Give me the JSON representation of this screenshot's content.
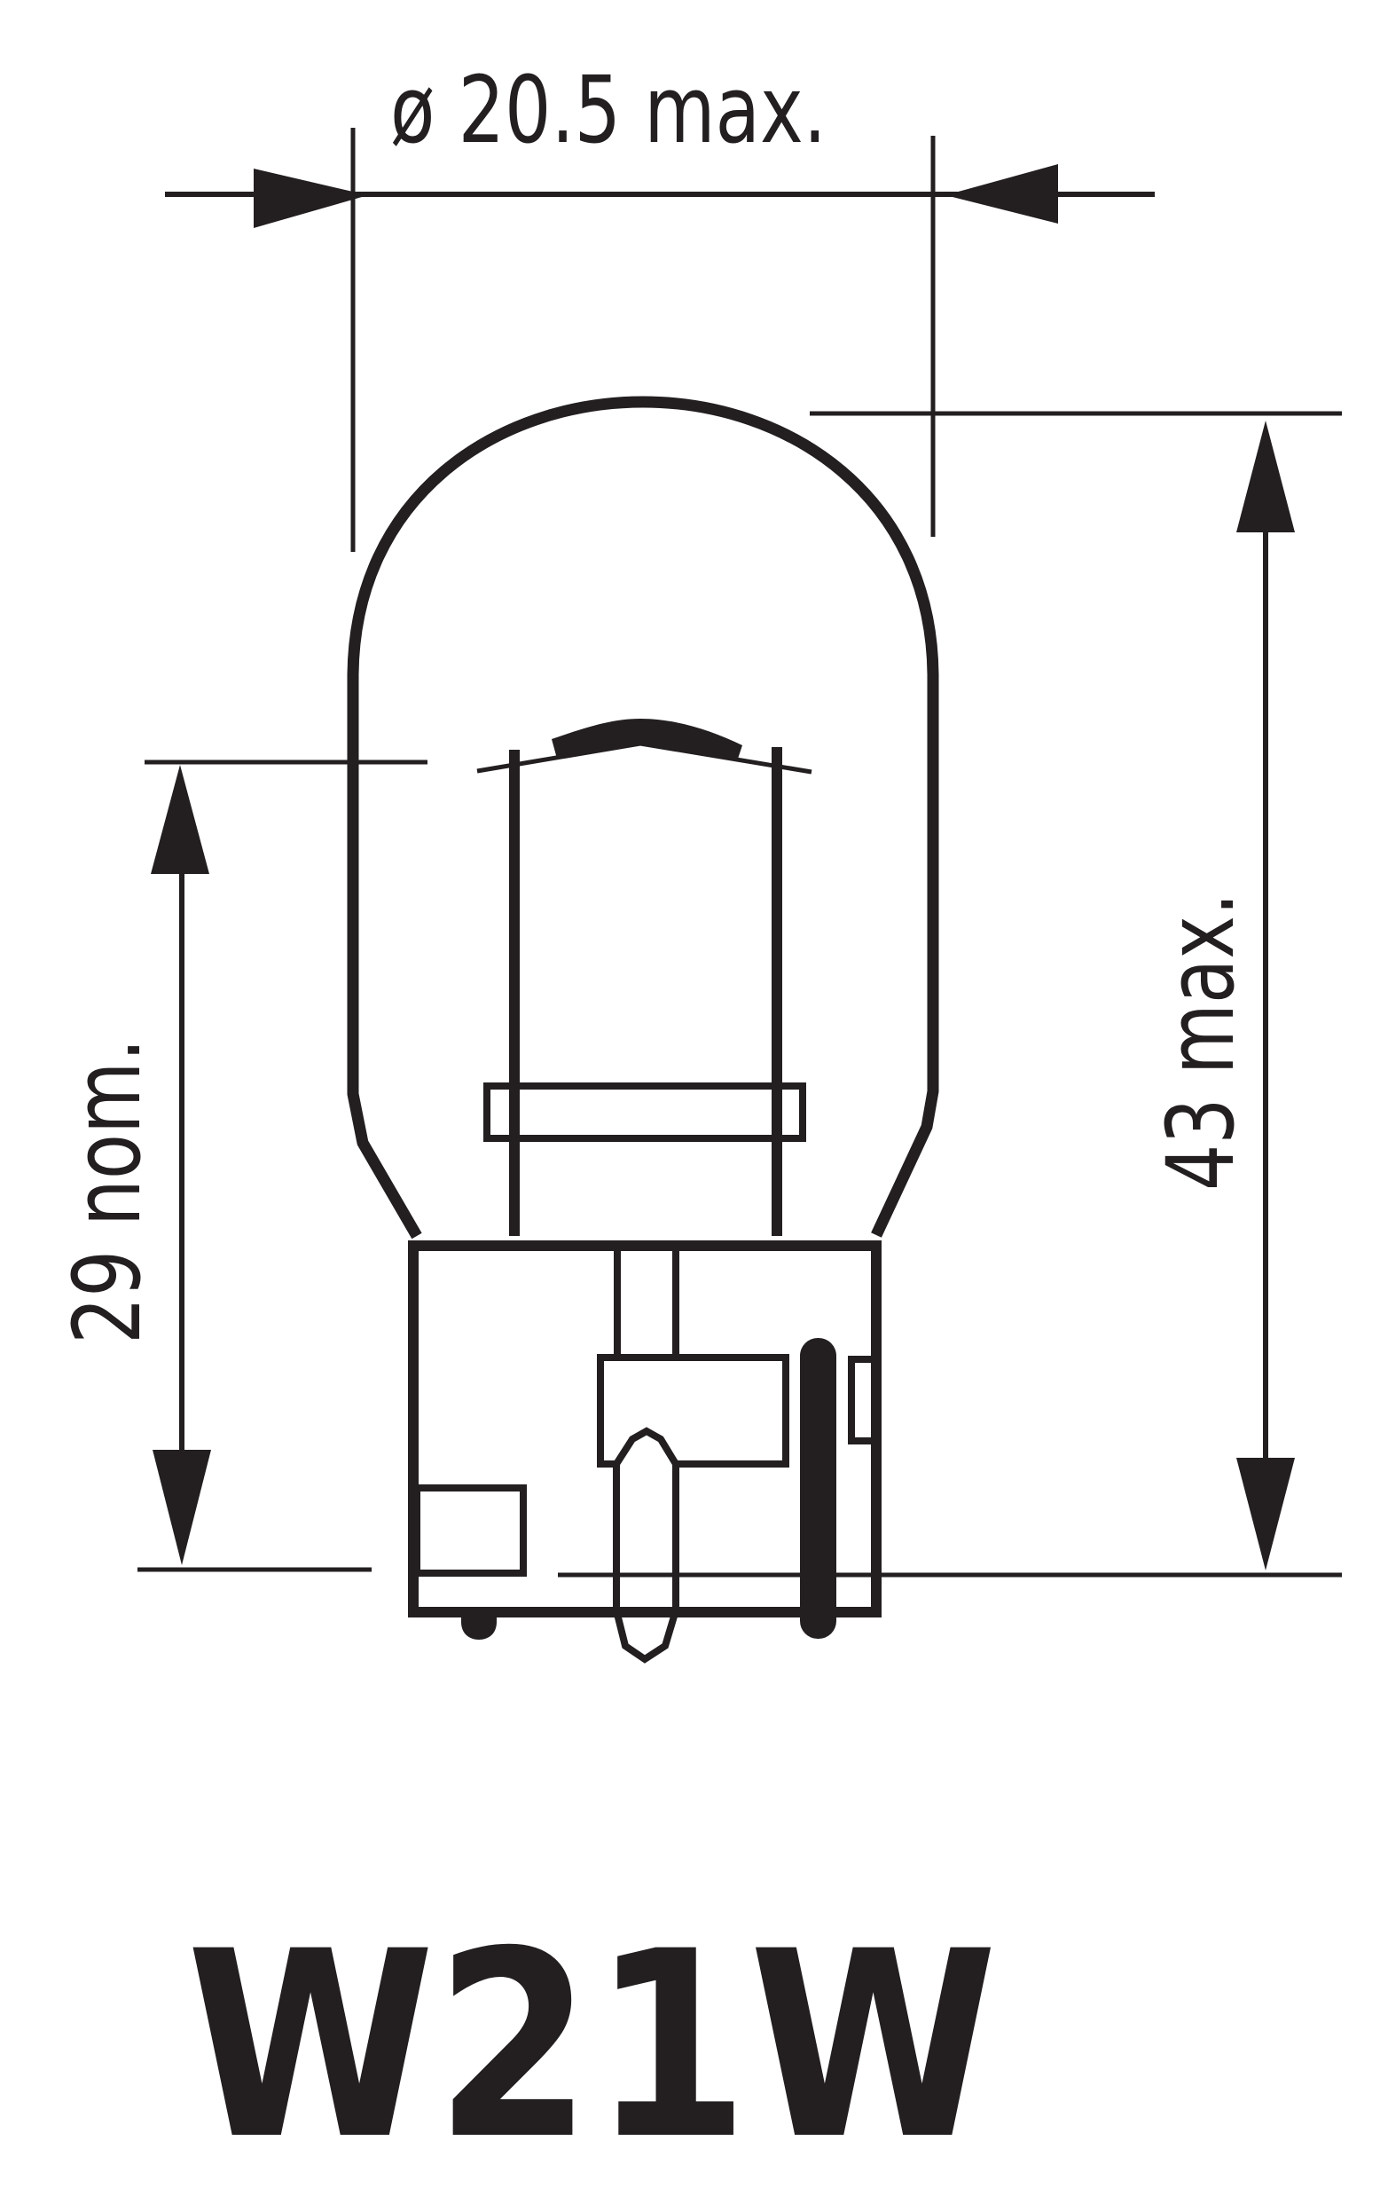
{
  "diagram": {
    "title": "W21W",
    "subject": "automotive wedge-base bulb",
    "ink_color": "#231f20",
    "background_color": "#ffffff",
    "dimensions": {
      "diameter": {
        "label": "ø 20.5 max.",
        "value": 20.5,
        "qualifier": "max.",
        "orientation": "horizontal"
      },
      "overall_height": {
        "label": "43 max.",
        "value": 43,
        "qualifier": "max.",
        "orientation": "vertical",
        "side": "right"
      },
      "light_center_height": {
        "label": "29 nom.",
        "value": 29,
        "qualifier": "nom.",
        "orientation": "vertical",
        "side": "left"
      }
    }
  }
}
